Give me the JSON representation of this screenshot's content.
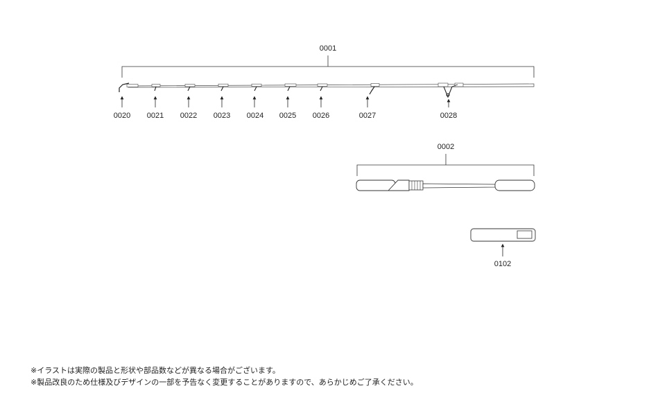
{
  "assemblies": {
    "tip_section": {
      "part_number": "0001"
    },
    "butt_section": {
      "part_number": "0002"
    },
    "rod_case": {
      "part_number": "0102"
    }
  },
  "guides": [
    {
      "part_number": "0020"
    },
    {
      "part_number": "0021"
    },
    {
      "part_number": "0022"
    },
    {
      "part_number": "0023"
    },
    {
      "part_number": "0024"
    },
    {
      "part_number": "0025"
    },
    {
      "part_number": "0026"
    },
    {
      "part_number": "0027"
    },
    {
      "part_number": "0028"
    }
  ],
  "notes": [
    "※イラストは実際の製品と形状や部品数などが異なる場合がございます。",
    "※製品改良のため仕様及びデザインの一部を予告なく変更することがありますので、あらかじめご了承ください。"
  ]
}
